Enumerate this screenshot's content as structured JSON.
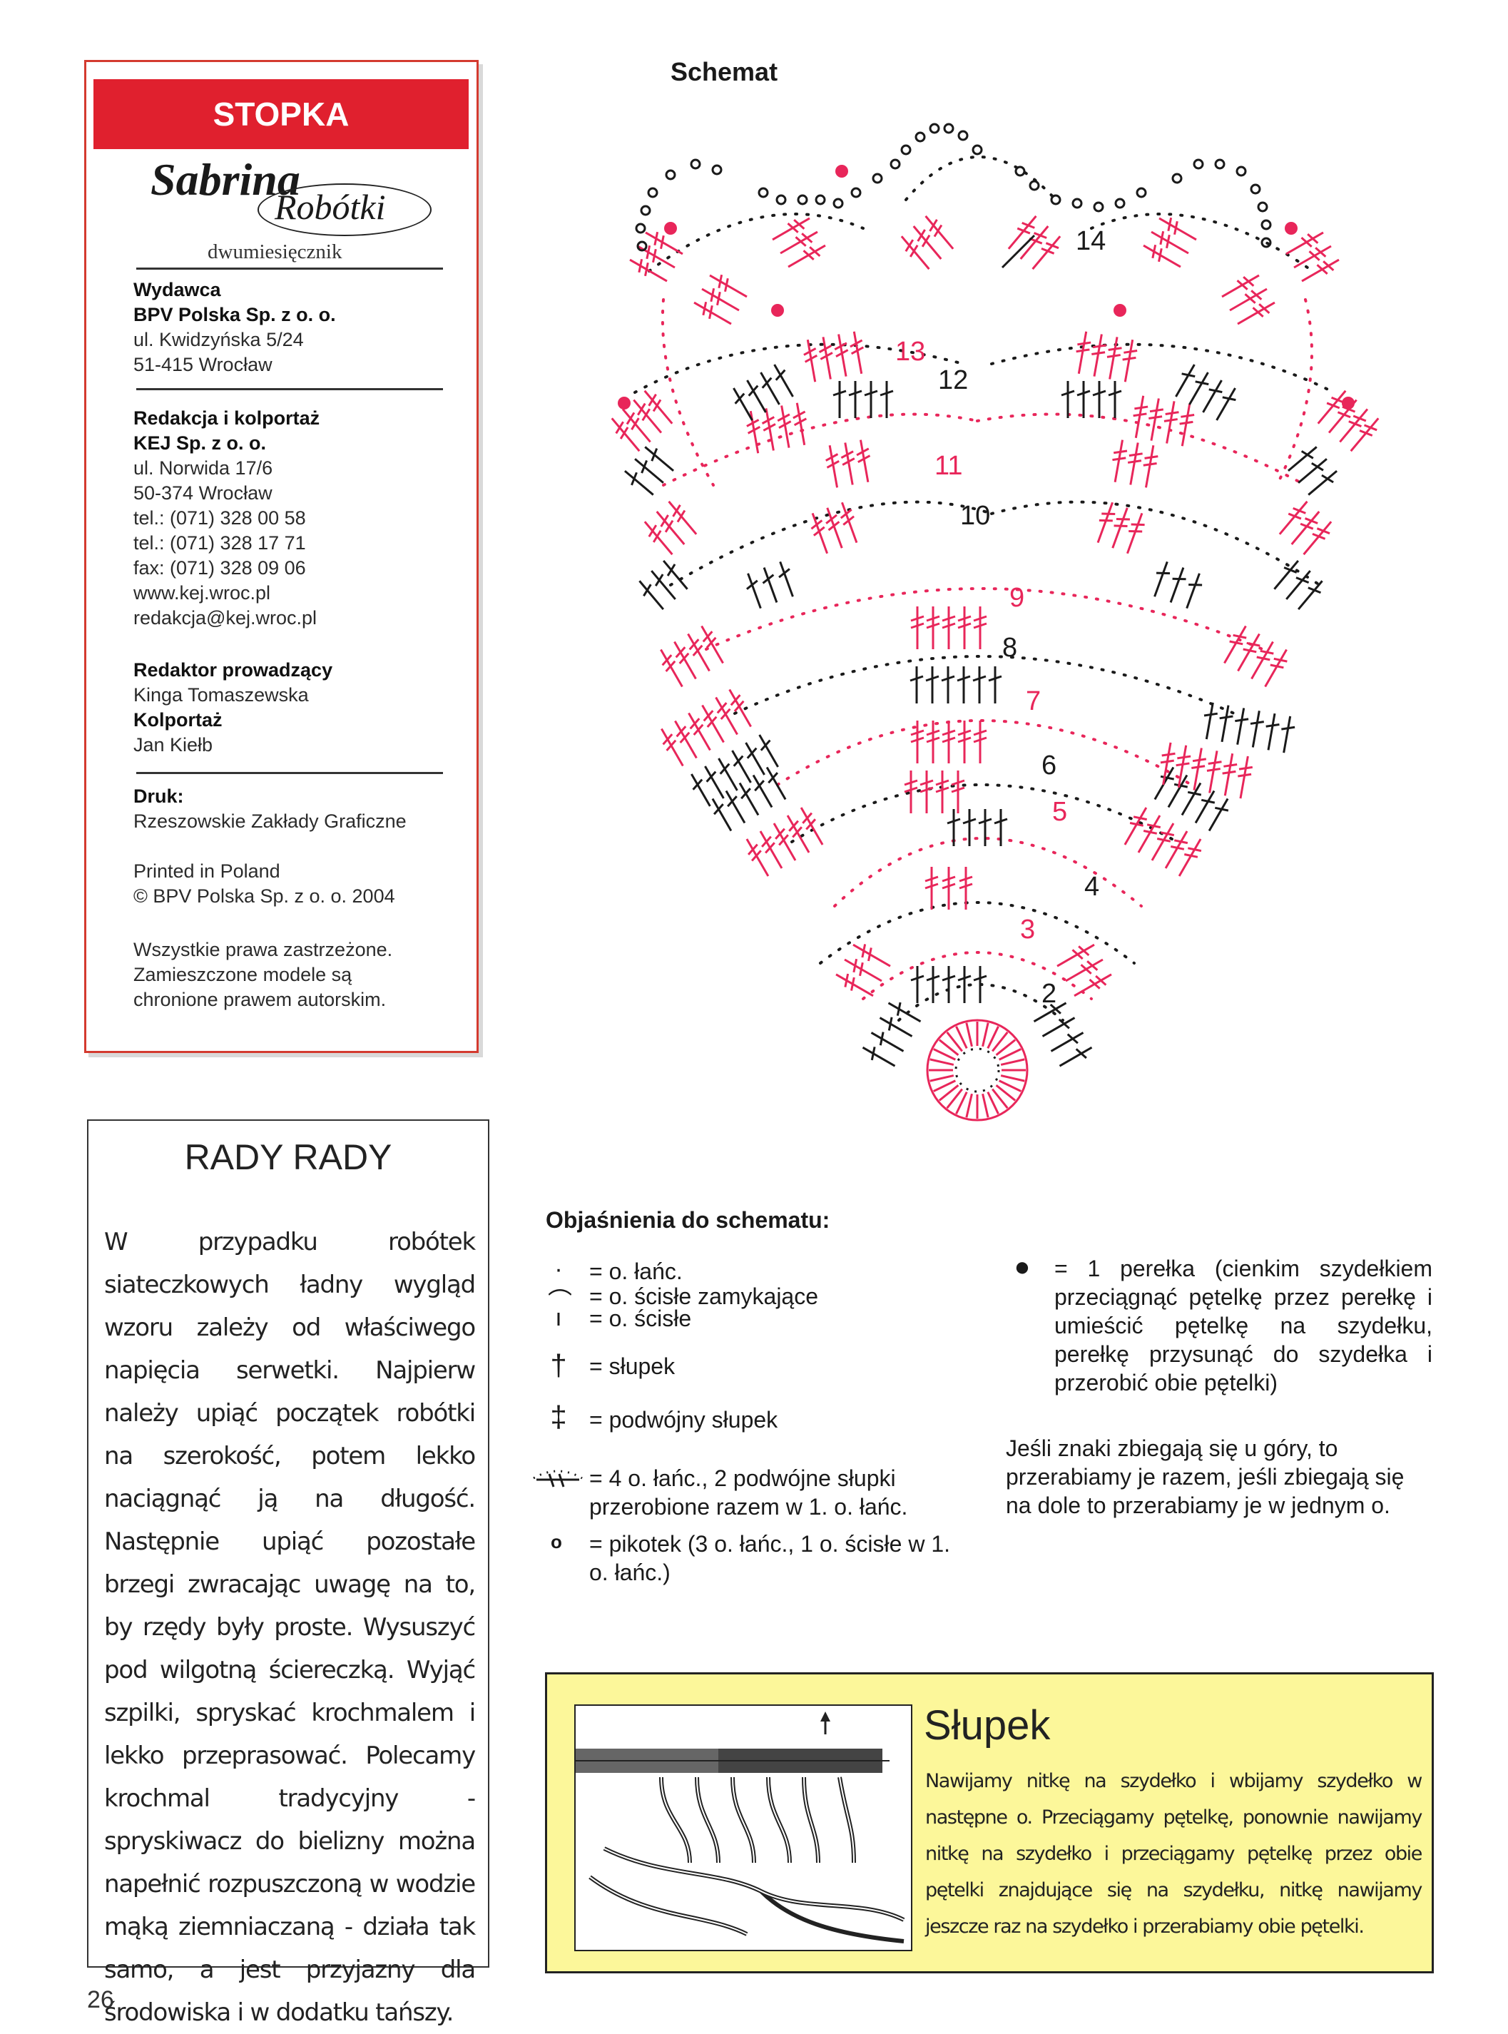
{
  "imprint": {
    "header": "STOPKA",
    "brand_main": "Sabrina",
    "brand_sub": "Robótki",
    "subtitle": "dwumiesięcznik",
    "publisher_label": "Wydawca",
    "publisher_lines": [
      "BPV Polska Sp. z o. o.",
      "ul. Kwidzyńska 5/24",
      "51-415 Wrocław"
    ],
    "editorial_label": "Redakcja i kolportaż",
    "editorial_lines": [
      "KEJ Sp. z o. o.",
      "ul. Norwida 17/6",
      "50-374 Wrocław",
      "tel.: (071) 328 00 58",
      "tel.: (071) 328 17 71",
      "fax: (071) 328 09 06",
      "www.kej.wroc.pl",
      "redakcja@kej.wroc.pl"
    ],
    "chief_editor_label": "Redaktor prowadzący",
    "chief_editor": "Kinga Tomaszewska",
    "distribution_label": "Kolportaż",
    "distribution": "Jan Kiełb",
    "print_label": "Druk:",
    "print": "Rzeszowskie Zakłady Graficzne",
    "printed_in": "Printed in Poland",
    "copyright": "© BPV Polska Sp. z o. o. 2004",
    "rights_lines": [
      "Wszystkie prawa zastrzeżone.",
      "Zamieszczone modele są",
      "chronione prawem autorskim."
    ]
  },
  "advice": {
    "title": "RADY RADY",
    "text": "W przypadku robótek siateczkowych ładny wygląd wzoru zależy od właściwego napięcia serwetki. Najpierw należy upiąć początek robótki na szerokość, potem lekko naciągnąć ją na długość. Następnie upiąć pozostałe brzegi zwracając uwagę na to, by rzędy były proste. Wysuszyć pod wilgotną ściereczką. Wyjąć szpilki, spryskać krochmalem i lekko przeprasować. Polecamy krochmal tradycyjny - spryskiwacz do bielizny można napełnić rozpuszczoną w wodzie mąką ziemniaczaną - działa tak samo, a jest przyjazny dla środowiska i w dodatku tańszy."
  },
  "schemat": {
    "title": "Schemat",
    "row_numbers": [
      "2",
      "3",
      "4",
      "5",
      "6",
      "7",
      "8",
      "9",
      "10",
      "11",
      "12",
      "13",
      "14"
    ],
    "colors": {
      "red": "#e8265a",
      "black": "#1a1a1a"
    }
  },
  "legend": {
    "title": "Objaśnienia do schematu:",
    "items": [
      {
        "icon": "dot-icon",
        "text": "= o. łańc."
      },
      {
        "icon": "arc-icon",
        "text": "= o. ścisłe zamykające"
      },
      {
        "icon": "bar-icon",
        "text": "= o. ścisłe"
      },
      {
        "icon": "single-cross-icon",
        "text": "= słupek"
      },
      {
        "icon": "double-cross-icon",
        "text": "= podwójny słupek"
      },
      {
        "icon": "cluster-icon",
        "text": "= 4 o. łańc., 2 podwójne słupki przerobione razem w 1. o. łańc."
      },
      {
        "icon": "picot-icon",
        "text": "= pikotek (3 o. łańc., 1 o. ścisłe w 1. o. łańc.)"
      }
    ],
    "bead": "= 1 perełka (cienkim szydełkiem przeciągnąć pętelkę przez perełkę i umieścić pętelkę na szydełku, perełkę przysunąć do szydełka i przerobić obie pętelki)",
    "note": "Jeśli znaki zbiegają się u góry, to przerabiamy je razem, jeśli zbiegają się na dole to przerabiamy je w jednym o."
  },
  "slupek": {
    "title": "Słupek",
    "text": "Nawijamy nitkę na szydełko i wbijamy szydełko w następne o. Przeciągamy pętelkę, ponownie nawijamy nitkę na szydełko i przeciągamy pętelkę przez obie pętelki znajdujące się na szydełku, nitkę nawijamy jeszcze raz na szydełko i przerabiamy obie pętelki."
  },
  "page_number": "26"
}
